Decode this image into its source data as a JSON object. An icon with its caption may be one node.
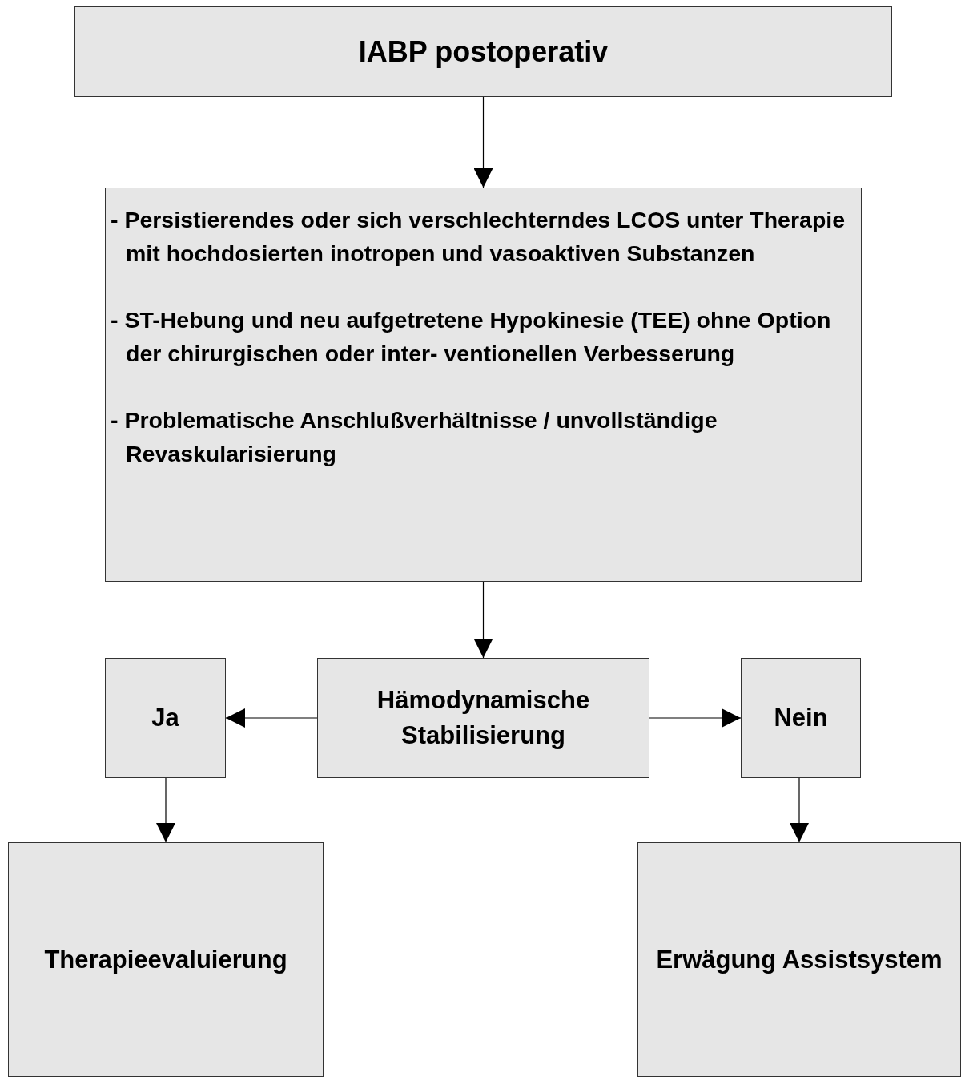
{
  "diagram": {
    "nodes": [
      {
        "text": [
          "IABP postoperativ"
        ]
      },
      {
        "text": [
          "- Persistierendes oder sich verschlechterndes LCOS unter Therapie mit hochdosierten inotropen und vasoaktiven Substanzen",
          "- ST-Hebung und neu aufgetretene Hypokinesie (TEE) ohne Option der chirurgischen oder inter- ventionellen Verbesserung",
          "- Problematische Anschlußverhältnisse / unvollständige Revaskularisierung"
        ]
      },
      {
        "text": [
          "Hämodynamische Stabilisierung"
        ]
      },
      {
        "text": [
          "Ja"
        ]
      },
      {
        "text": [
          "Nein"
        ]
      },
      {
        "text": [
          "Therapieevaluierung"
        ]
      },
      {
        "text": [
          "Erwägung Assistsystem"
        ]
      }
    ],
    "edges": [
      {
        "from": 0,
        "to": 1,
        "arrow": "to"
      },
      {
        "from": 1,
        "to": 2,
        "arrow": "to"
      },
      {
        "from": 2,
        "to": 3,
        "arrow": "to"
      },
      {
        "from": 2,
        "to": 4,
        "arrow": "to"
      },
      {
        "from": 3,
        "to": 5,
        "arrow": "to"
      },
      {
        "from": 4,
        "to": 6,
        "arrow": "to"
      }
    ]
  }
}
